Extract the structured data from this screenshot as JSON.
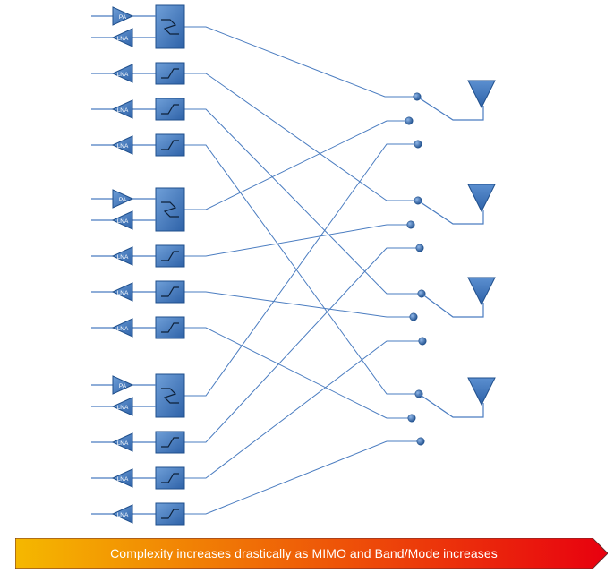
{
  "groups": [
    {
      "rows": [
        {
          "amp": "PA",
          "dir": "tx"
        },
        {
          "amp": "LNA",
          "dir": "rx"
        },
        {
          "amp": "LNA",
          "dir": "rx"
        },
        {
          "amp": "LNA",
          "dir": "rx"
        },
        {
          "amp": "LNA",
          "dir": "rx"
        }
      ]
    },
    {
      "rows": [
        {
          "amp": "PA",
          "dir": "tx"
        },
        {
          "amp": "LNA",
          "dir": "rx"
        },
        {
          "amp": "LNA",
          "dir": "rx"
        },
        {
          "amp": "LNA",
          "dir": "rx"
        },
        {
          "amp": "LNA",
          "dir": "rx"
        }
      ]
    },
    {
      "rows": [
        {
          "amp": "PA",
          "dir": "tx"
        },
        {
          "amp": "LNA",
          "dir": "rx"
        },
        {
          "amp": "LNA",
          "dir": "rx"
        },
        {
          "amp": "LNA",
          "dir": "rx"
        },
        {
          "amp": "LNA",
          "dir": "rx"
        }
      ]
    }
  ],
  "antenna_count": 4,
  "banner": {
    "text": "Complexity increases drastically as MIMO and Band/Mode increases",
    "gradient_start": "#f5b800",
    "gradient_end": "#e8000f"
  },
  "colors": {
    "block_fill": "#3f78be",
    "block_stroke": "#1f4f8c",
    "line": "#4a7cc0",
    "antenna": "#3f78be"
  }
}
